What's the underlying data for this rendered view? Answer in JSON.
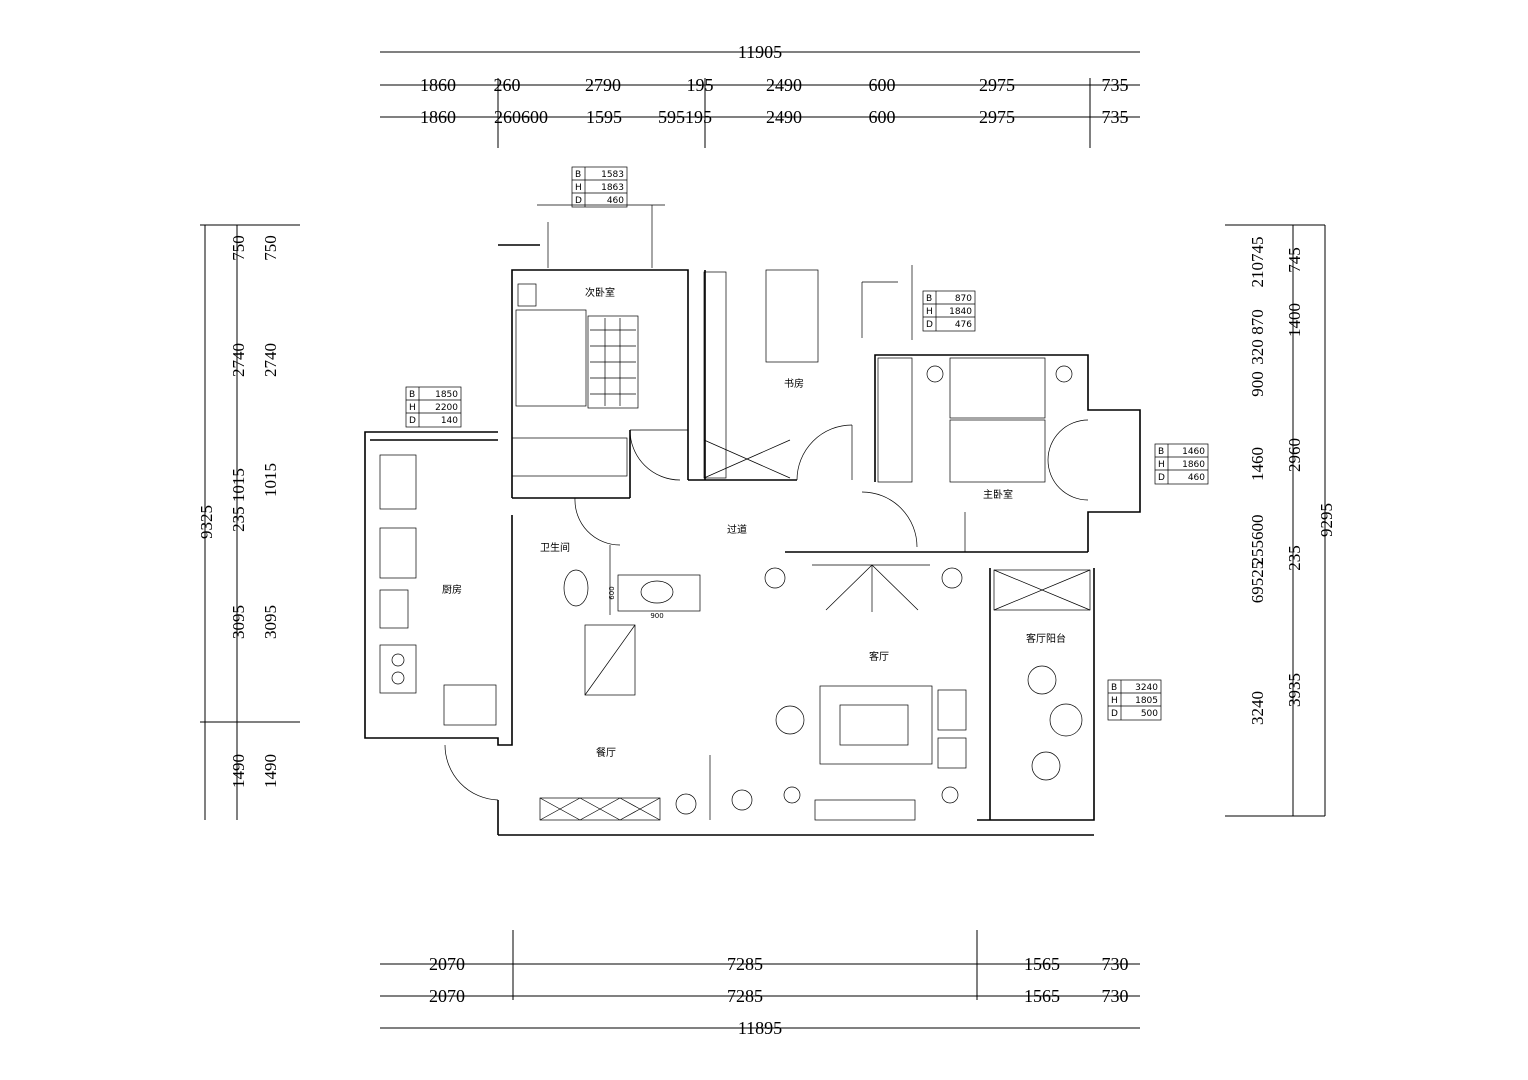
{
  "top_dims": {
    "total": "11905",
    "row1": [
      "1860",
      "260",
      "2790",
      "195",
      "2490",
      "600",
      "2975",
      "735"
    ],
    "row2": [
      "1860",
      "260600",
      "1595",
      "595195",
      "2490",
      "600",
      "2975",
      "735"
    ]
  },
  "bottom_dims": {
    "row1": [
      "2070",
      "7285",
      "1565",
      "730"
    ],
    "row2": [
      "2070",
      "7285",
      "1565",
      "730"
    ],
    "total": "11895"
  },
  "left_dims": {
    "total": "9325",
    "col1": [
      "750",
      "2740",
      "235 1015",
      "3095",
      "1490"
    ],
    "col2": [
      "750",
      "2740",
      "1015",
      "3095",
      "1490"
    ]
  },
  "right_dims": {
    "total": "9295",
    "col1": [
      "210745",
      "870",
      "320",
      "900",
      "1460",
      "255600",
      "69525",
      "3240"
    ],
    "col2": [
      "745",
      "1400",
      "2960",
      "235",
      "3935"
    ]
  },
  "rooms": {
    "second_bedroom": "次卧室",
    "study": "书房",
    "master_bedroom": "主卧室",
    "corridor": "过道",
    "bathroom": "卫生间",
    "kitchen": "厨房",
    "living_room": "客厅",
    "living_balcony": "客厅阳台",
    "dining_room": "餐厅"
  },
  "cabinet_tags": [
    {
      "b": "1583",
      "h": "1863",
      "d": "460"
    },
    {
      "b": "1850",
      "h": "2200",
      "d": "140"
    },
    {
      "b": "870",
      "h": "1840",
      "d": "476"
    },
    {
      "b": "1460",
      "h": "1860",
      "d": "460"
    },
    {
      "b": "3240",
      "h": "1805",
      "d": "500"
    }
  ],
  "tag_labels": {
    "b": "B",
    "h": "H",
    "d": "D"
  },
  "misc": {
    "basin_w": "900",
    "basin_h": "600"
  }
}
